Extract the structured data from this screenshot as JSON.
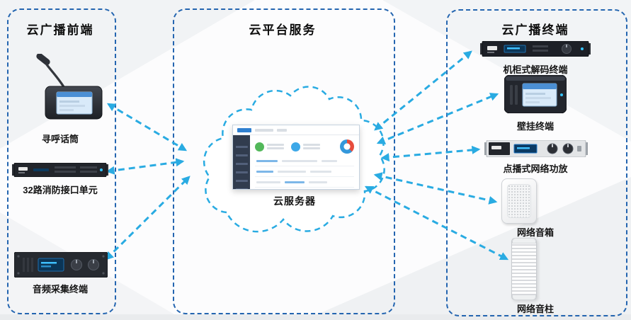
{
  "colors": {
    "panel_border": "#2465b0",
    "arrow": "#29abe2",
    "cloud_outline": "#29abe2",
    "label_text": "#141414"
  },
  "panels": {
    "frontend": {
      "title": "云广播前端",
      "devices": [
        {
          "id": "paging-microphone",
          "label": "寻呼话筒"
        },
        {
          "id": "fire-interface-unit",
          "label": "32路消防接口单元"
        },
        {
          "id": "audio-capture-terminal",
          "label": "音频采集终端"
        }
      ]
    },
    "platform": {
      "title": "云平台服务",
      "cloud_label": "云服务器"
    },
    "terminal": {
      "title": "云广播终端",
      "devices": [
        {
          "id": "rack-decoder-terminal",
          "label": "机柜式解码终端"
        },
        {
          "id": "wall-terminal",
          "label": "壁挂终端"
        },
        {
          "id": "network-amplifier",
          "label": "点播式网络功放"
        },
        {
          "id": "network-speaker",
          "label": "网络音箱"
        },
        {
          "id": "network-column",
          "label": "网络音柱"
        }
      ]
    }
  }
}
